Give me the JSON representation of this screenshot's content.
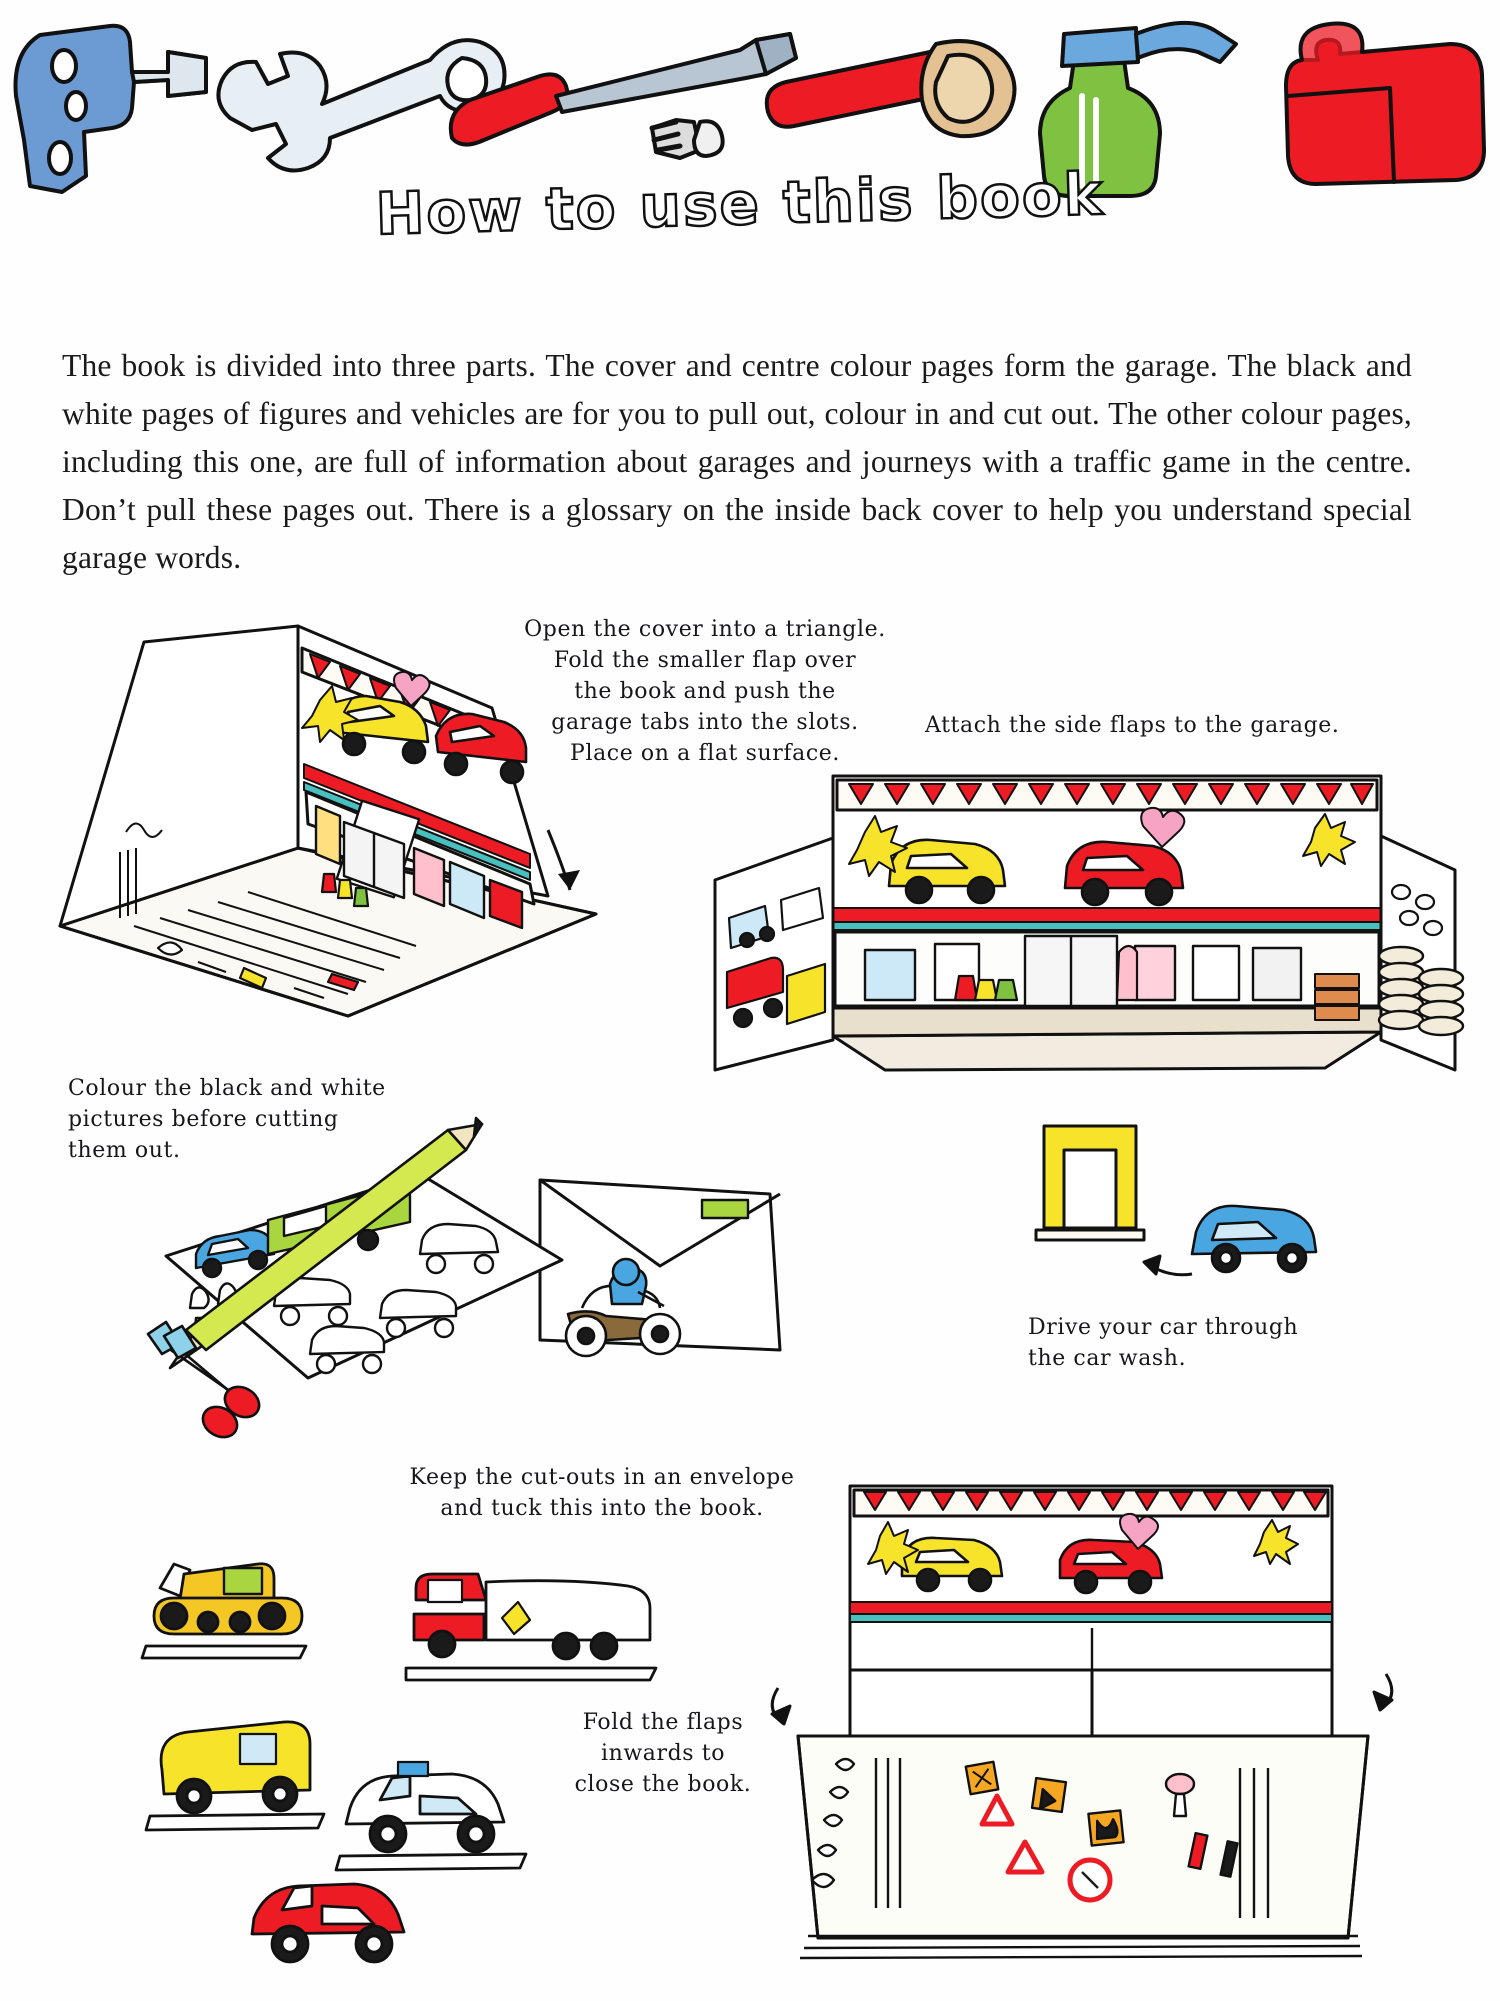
{
  "page": {
    "title": "How to use this book",
    "background_color": "#ffffff",
    "text_color": "#1a1a1a"
  },
  "intro": {
    "paragraph": "The book is divided into three parts. The cover and centre colour pages form the garage. The black and white pages of figures and vehicles are for you to pull out, colour in and cut out. The other colour pages, including this one, are full of information about garages and journeys with a traffic game in the centre. Don’t pull these pages out. There is a glossary on the inside back cover to help you understand special garage words."
  },
  "captions": {
    "open_cover": "Open the cover into a triangle.\nFold the smaller flap over\nthe book and push the\ngarage tabs into the slots.\nPlace on a flat surface.",
    "attach_flaps": "Attach the side flaps to the garage.",
    "colour_pictures": "Colour the black and white\npictures before cutting\nthem out.",
    "car_wash": "Drive your car through\nthe car wash.",
    "envelope": "Keep the cut-outs in an envelope\nand tuck this into the book.",
    "fold_flaps": "Fold the flaps\ninwards to\nclose the book."
  },
  "tools": [
    {
      "name": "drill-icon",
      "color": "#6b9bd2"
    },
    {
      "name": "spanner-icon",
      "color": "#cfdce8"
    },
    {
      "name": "screwdriver-icon",
      "color": "#ed1c24"
    },
    {
      "name": "screw-icon",
      "color": "#d9d9d9"
    },
    {
      "name": "mallet-icon",
      "color": "#ed1c24"
    },
    {
      "name": "spray-bottle-icon",
      "color": "#7fc241"
    },
    {
      "name": "jerry-can-icon",
      "color": "#ed1c24"
    }
  ],
  "figures": [
    {
      "name": "garage-triangle-figure",
      "label": "garage folded into a triangle with cars on the roof"
    },
    {
      "name": "garage-side-flaps-figure",
      "label": "garage with side flaps attached, tyres stacked"
    },
    {
      "name": "colouring-sheet-figure",
      "label": "black and white sheet, pencil, scissors and envelope with motorbike"
    },
    {
      "name": "car-wash-figure",
      "label": "yellow car wash arch with a blue car"
    },
    {
      "name": "cut-out-vehicles-figure",
      "label": "bulldozer, fire engine, yellow van, police car and red car cut-outs"
    },
    {
      "name": "closed-book-figure",
      "label": "open book showing road signs being folded closed"
    }
  ],
  "colors": {
    "red": "#ed1c24",
    "yellow": "#f7e32a",
    "green": "#7fc241",
    "blue": "#49a6e0",
    "teal": "#49c0c0",
    "ink": "#1a1a1a",
    "paper": "#ffffff",
    "shadow": "#cbb89a"
  }
}
